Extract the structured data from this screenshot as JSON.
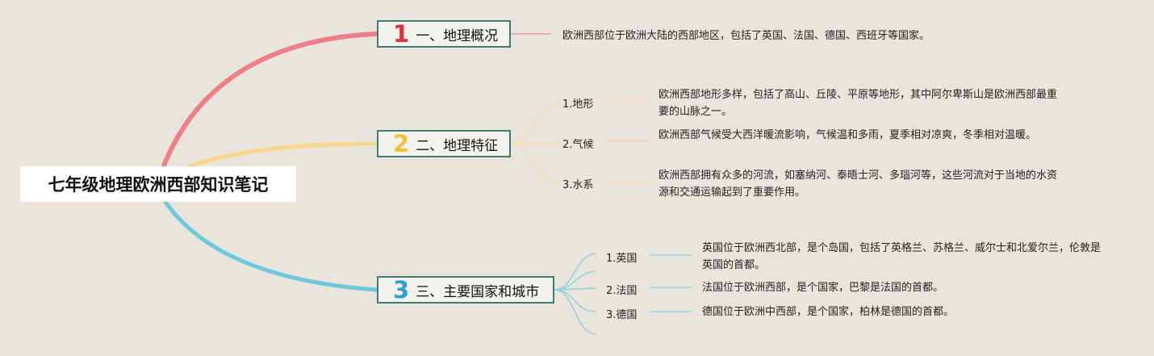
{
  "root": {
    "title": "七年级地理欧洲西部知识笔记"
  },
  "branches": [
    {
      "num": "1",
      "label": "一、地理概况",
      "color": "#ee7f86",
      "num_color": "#d93340",
      "description": "欧洲西部位于欧洲大陆的西部地区，包括了英国、法国、德国、西班牙等国家。"
    },
    {
      "num": "2",
      "label": "二、地理特征",
      "color": "#f7d88a",
      "num_color": "#f2c13a",
      "children": [
        {
          "label": "1.地形",
          "text": "欧洲西部地形多样，包括了高山、丘陵、平原等地形，其中阿尔卑斯山是欧洲西部最重要的山脉之一。"
        },
        {
          "label": "2.气候",
          "text": "欧洲西部气候受大西洋暖流影响，气候温和多雨，夏季相对凉爽，冬季相对温暖。"
        },
        {
          "label": "3.水系",
          "text": "欧洲西部拥有众多的河流，如塞纳河、泰晤士河、多瑙河等，这些河流对于当地的水资源和交通运输起到了重要作用。"
        }
      ]
    },
    {
      "num": "3",
      "label": "三、主要国家和城市",
      "color": "#6cc8dc",
      "num_color": "#2c9fd6",
      "children": [
        {
          "label": "1.英国",
          "text": "英国位于欧洲西北部，是个岛国，包括了英格兰、苏格兰、威尔士和北爱尔兰，伦敦是英国的首都。"
        },
        {
          "label": "2.法国",
          "text": "法国位于欧洲西部，是个国家，巴黎是法国的首都。"
        },
        {
          "label": "3.德国",
          "text": "德国位于欧洲中西部，是个国家，柏林是德国的首都。"
        }
      ]
    }
  ]
}
